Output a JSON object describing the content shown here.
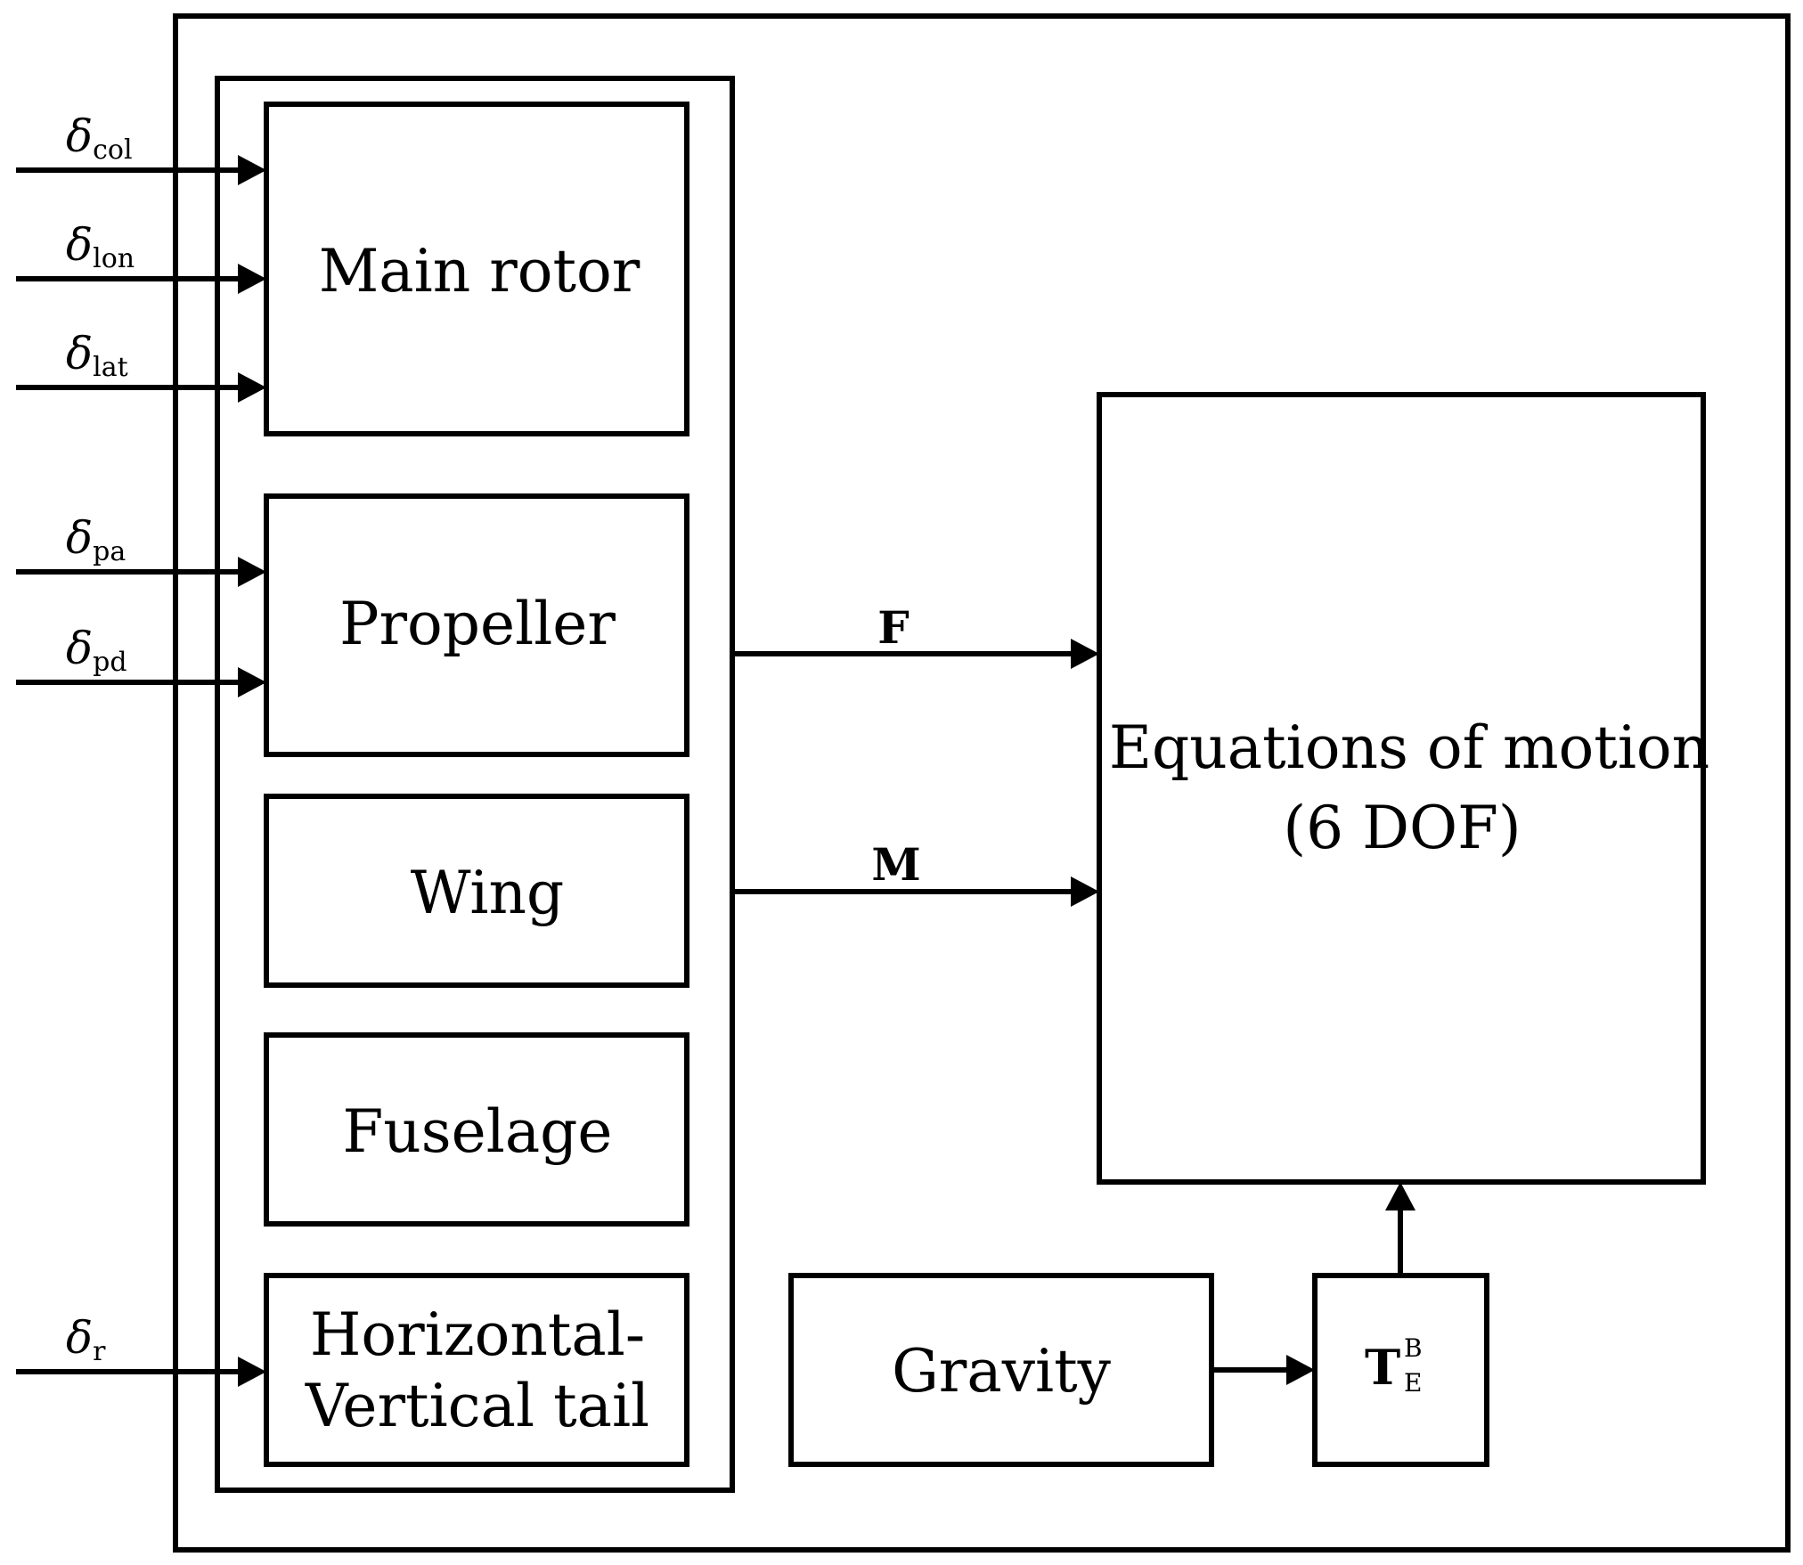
{
  "blocks": {
    "main_rotor": "Main rotor",
    "propeller": "Propeller",
    "wing": "Wing",
    "fuselage": "Fuselage",
    "tail_line1": "Horizontal-",
    "tail_line2": "Vertical tail",
    "eom_line1": "Equations of motion",
    "eom_line2": "(6 DOF)",
    "gravity": "Gravity"
  },
  "transform": {
    "symbol": "T",
    "superscript": "B",
    "subscript": "E"
  },
  "inputs": [
    {
      "symbol": "δ",
      "sub": "col"
    },
    {
      "symbol": "δ",
      "sub": "lon"
    },
    {
      "symbol": "δ",
      "sub": "lat"
    },
    {
      "symbol": "δ",
      "sub": "pa"
    },
    {
      "symbol": "δ",
      "sub": "pd"
    },
    {
      "symbol": "δ",
      "sub": "r"
    }
  ],
  "signals": {
    "force": "F",
    "moment": "M"
  }
}
